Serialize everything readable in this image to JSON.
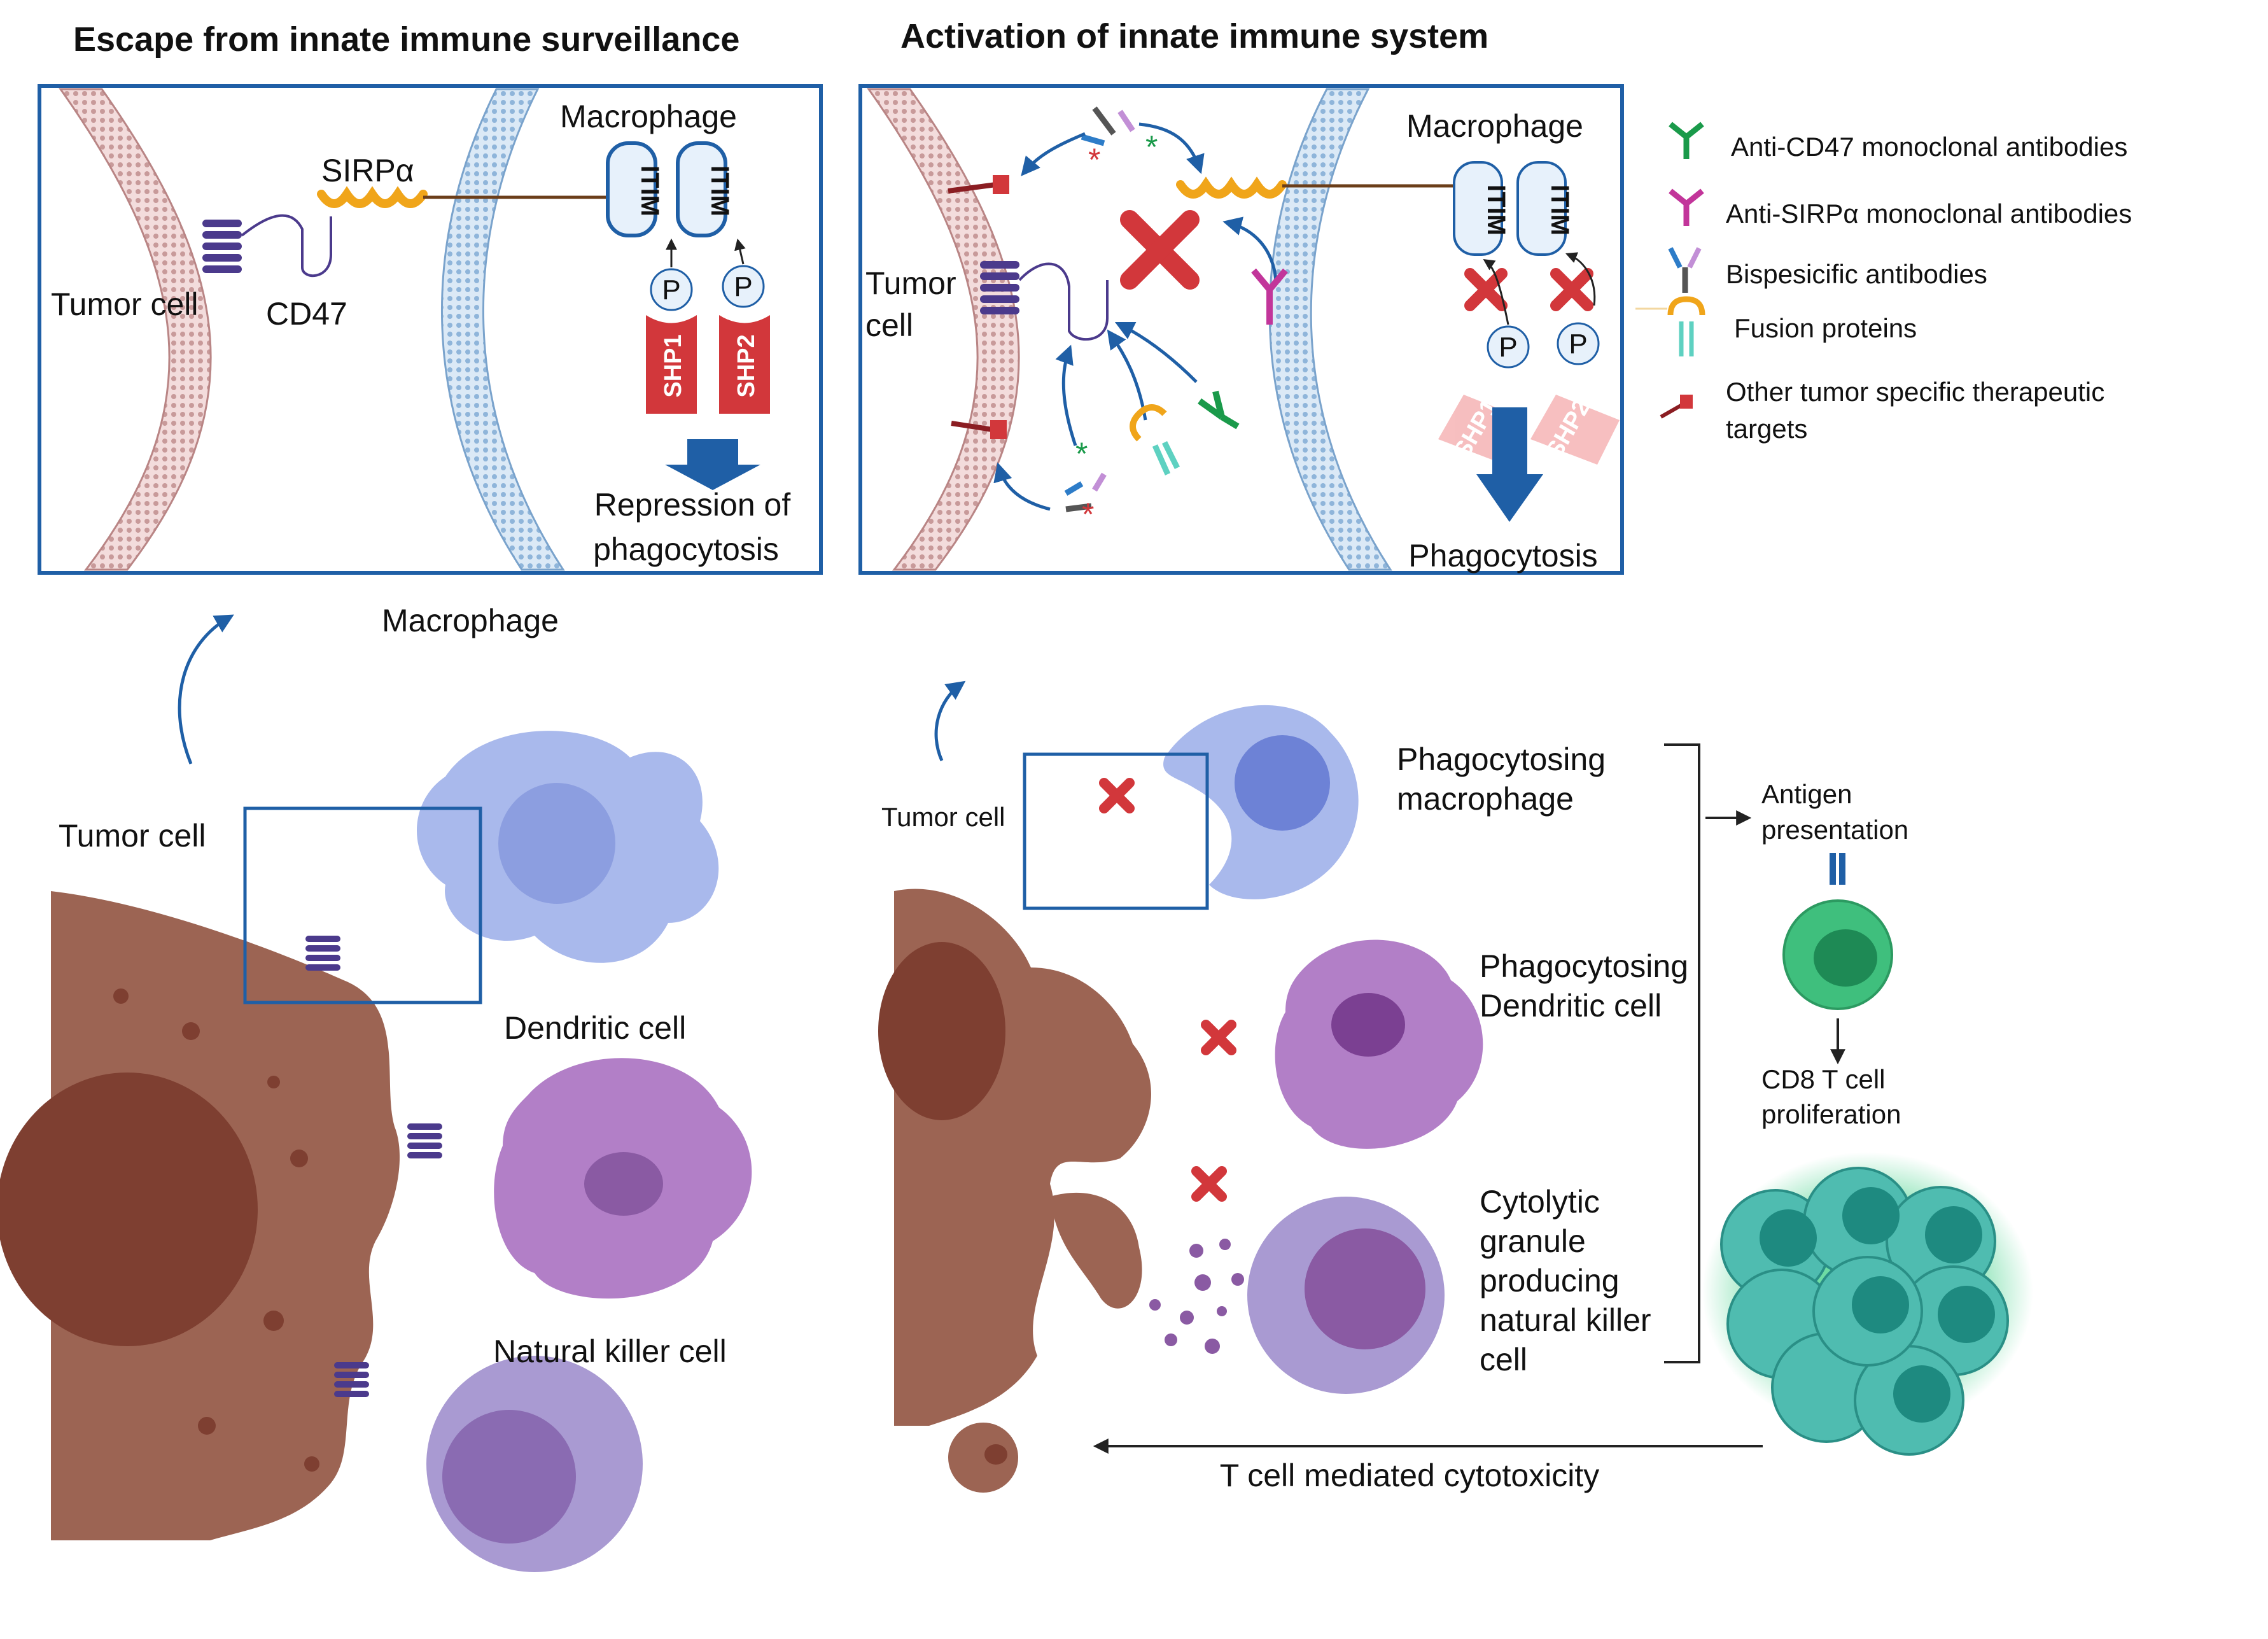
{
  "left_panel": {
    "title": "Escape from innate immune surveillance",
    "inset": {
      "macrophage": "Macrophage",
      "sirpa": "SIRPα",
      "tumor_cell": "Tumor cell",
      "cd47": "CD47",
      "itim_1": "ITIM",
      "itim_2": "ITIM",
      "p_1": "P",
      "p_2": "P",
      "shp1": "SHP1",
      "shp2": "SHP2",
      "outcome_line1": "Repression of",
      "outcome_line2": "phagocytosis"
    },
    "scene": {
      "macrophage": "Macrophage",
      "tumor_cell": "Tumor cell",
      "dendritic_cell": "Dendritic cell",
      "nk_cell": "Natural killer cell"
    }
  },
  "right_panel": {
    "title": "Activation of innate immune system",
    "inset": {
      "macrophage": "Macrophage",
      "tumor_line1": "Tumor",
      "tumor_line2": "cell",
      "itim_1": "ITIM",
      "itim_2": "ITIM",
      "p_1": "P",
      "p_2": "P",
      "shp1": "SHP1",
      "shp2": "SHP2",
      "outcome": "Phagocytosis"
    },
    "legend": [
      {
        "label": "Anti-CD47 monoclonal antibodies",
        "icon": "green-antibody-icon",
        "color": "#1a9a4a"
      },
      {
        "label": "Anti-SIRPα monoclonal antibodies",
        "icon": "magenta-antibody-icon",
        "color": "#c2359a"
      },
      {
        "label": "Bispesicific antibodies",
        "icon": "bispecific-antibody-icon",
        "color": "#555555"
      },
      {
        "label": "Fusion proteins",
        "icon": "fusion-protein-icon",
        "color": "#f0a51a"
      },
      {
        "label": "Other tumor specific therapeutic",
        "label2": "targets",
        "icon": "red-target-icon",
        "color": "#c0262c"
      }
    ],
    "scene": {
      "tumor_cell": "Tumor cell",
      "phago_mac_1": "Phagocytosing",
      "phago_mac_2": "macrophage",
      "phago_dc_1": "Phagocytosing",
      "phago_dc_2": "Dendritic cell",
      "nk_1": "Cytolytic",
      "nk_2": "granule",
      "nk_3": "producing",
      "nk_4": "natural killer",
      "nk_5": "cell",
      "antigen_1": "Antigen",
      "antigen_2": "presentation",
      "cd8_1": "CD8 T cell",
      "cd8_2": "proliferation",
      "cytotoxicity": "T cell mediated cytotoxicity"
    }
  },
  "colors": {
    "frame_blue": "#1f5fa6",
    "tumor_brown": "#9c6453",
    "macrophage_blue": "#a9b9ec",
    "dendritic_purple": "#b27fc7",
    "nk_lavender": "#a99ad2",
    "cd47_purple": "#4b3a8c",
    "sirpa_orange": "#f0a51a",
    "shp_red": "#d2373b",
    "cross_red": "#d2373b",
    "tcell_green": "#3fbf7d"
  }
}
